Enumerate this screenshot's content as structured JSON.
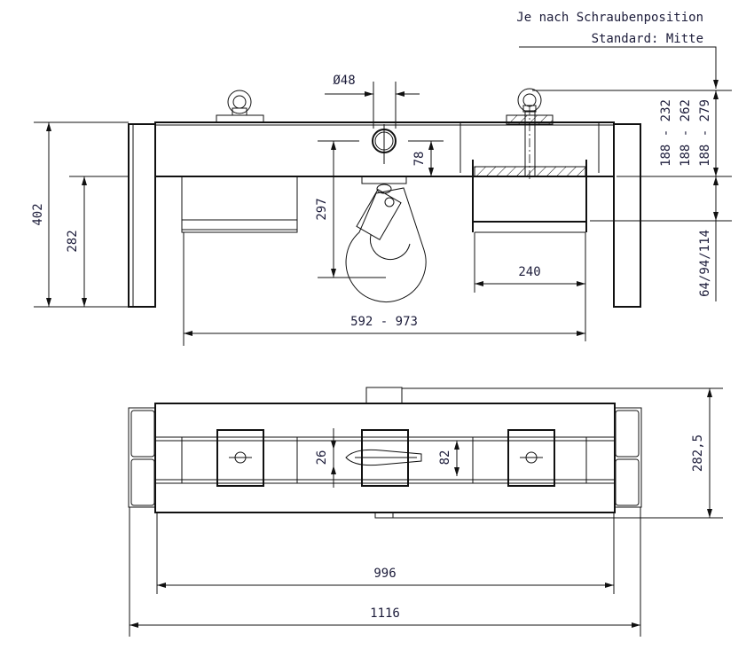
{
  "note": {
    "line1": "Je nach Schraubenposition",
    "line2": "Standard: Mitte"
  },
  "side_view": {
    "dims": {
      "diameter": "Ø48",
      "height_total": "402",
      "height_lower": "282",
      "hook_depth": "297",
      "hole_offset": "78",
      "pocket_width": "240",
      "pocket_spacing": "592 - 973",
      "range1": "188 - 232",
      "range2": "188 - 262",
      "range3": "188 - 279",
      "pocket_height": "64/94/114"
    }
  },
  "top_view": {
    "dims": {
      "depth": "282,5",
      "inner_26": "26",
      "inner_82": "82",
      "inner_length": "996",
      "total_length": "1116"
    }
  }
}
